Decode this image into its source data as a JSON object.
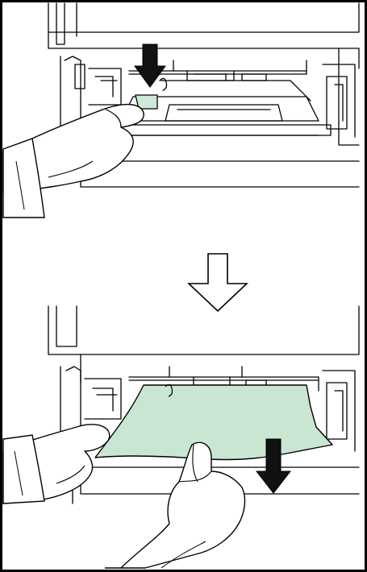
{
  "figure": {
    "panels": [
      {
        "id": "panel-top",
        "step": 1,
        "action": "push-down-green-lever",
        "arrow": "down"
      },
      {
        "id": "panel-bottom",
        "step": 2,
        "action": "pull-jammed-paper-out",
        "arrow": "down"
      }
    ],
    "transition": {
      "icon": "hollow-down-arrow-icon"
    }
  },
  "colors": {
    "line": "#000000",
    "background": "#ffffff",
    "lever": "#cfe8d8",
    "paper": "#c9e6d3"
  }
}
